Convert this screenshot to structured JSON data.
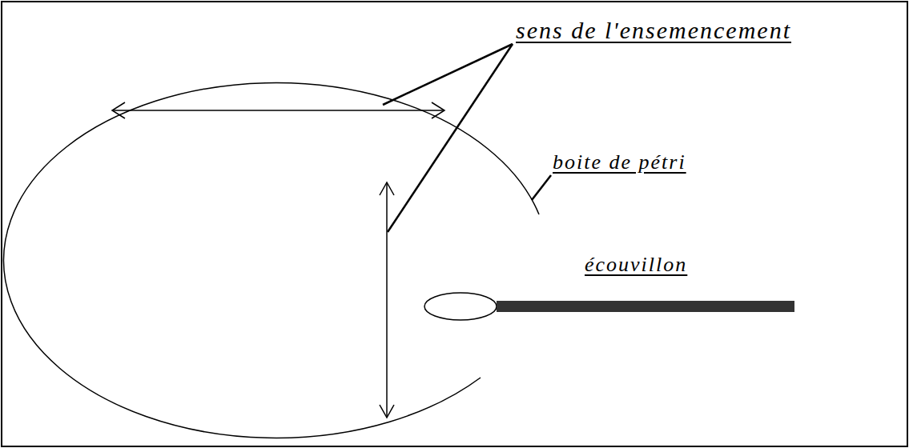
{
  "diagram": {
    "labels": [
      "sens de l'ensemencement",
      "boite de pétri",
      "écouvillon"
    ]
  }
}
